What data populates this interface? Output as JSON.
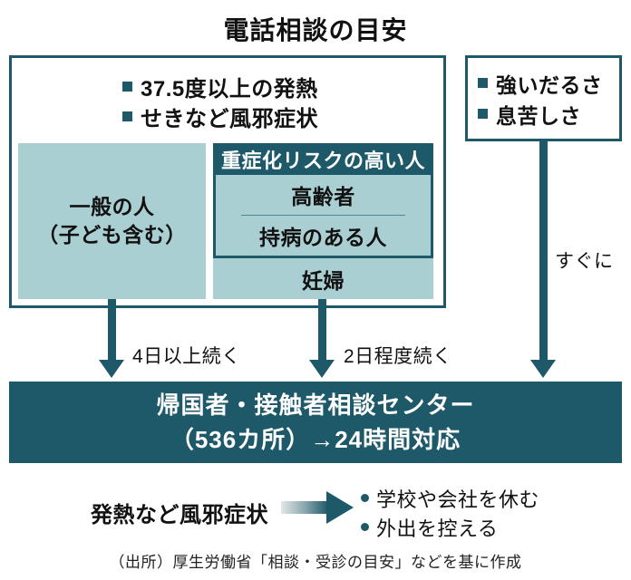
{
  "title": "電話相談の目安",
  "colors": {
    "dark_teal": "#1d5969",
    "light_teal": "#aacfd3",
    "divider_teal": "#4e8796",
    "arrow_gradient_start": "#e4e7e8",
    "text": "#111111",
    "white": "#ffffff"
  },
  "symptom_box": {
    "bullets": [
      "37.5度以上の発熱",
      "せきなど風邪症状"
    ],
    "general": {
      "line1": "一般の人",
      "line2": "（子ども含む）"
    },
    "risk": {
      "header": "重症化リスクの高い人",
      "items": [
        "高齢者",
        "持病のある人"
      ],
      "pregnant": "妊婦"
    }
  },
  "urgent_box": {
    "bullets": [
      "強いだるさ",
      "息苦しさ"
    ]
  },
  "arrow_labels": {
    "general": "4日以上続く",
    "risk": "2日程度続く",
    "urgent": "すぐに"
  },
  "banner": {
    "line1": "帰国者・接触者相談センター",
    "line2": "（536カ所）→24時間対応"
  },
  "bottom": {
    "label": "発熱など風邪症状",
    "advice": [
      "学校や会社を休む",
      "外出を控える"
    ]
  },
  "source": "（出所）厚生労働省「相談・受診の目安」などを基に作成"
}
